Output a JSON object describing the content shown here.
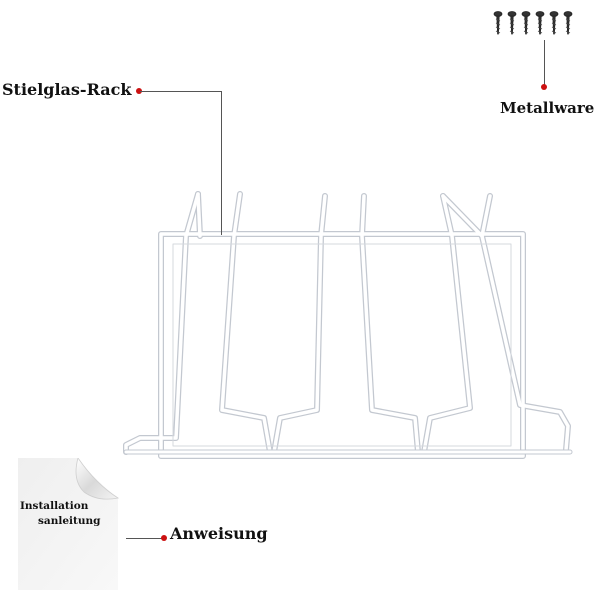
{
  "labels": {
    "rack": "Stielglas-Rack",
    "hardware": "Metallware",
    "instructions": "Anweisung"
  },
  "manual": {
    "line1": "Installation",
    "line2": "sanleitung"
  },
  "colors": {
    "accent_dot": "#cc1111",
    "leader_line": "#555555",
    "rack_fill": "#ffffff",
    "rack_outline": "#c9ced6",
    "screw": "#333333"
  },
  "icons": {
    "screws": "screw-icon",
    "manual": "document-icon"
  }
}
